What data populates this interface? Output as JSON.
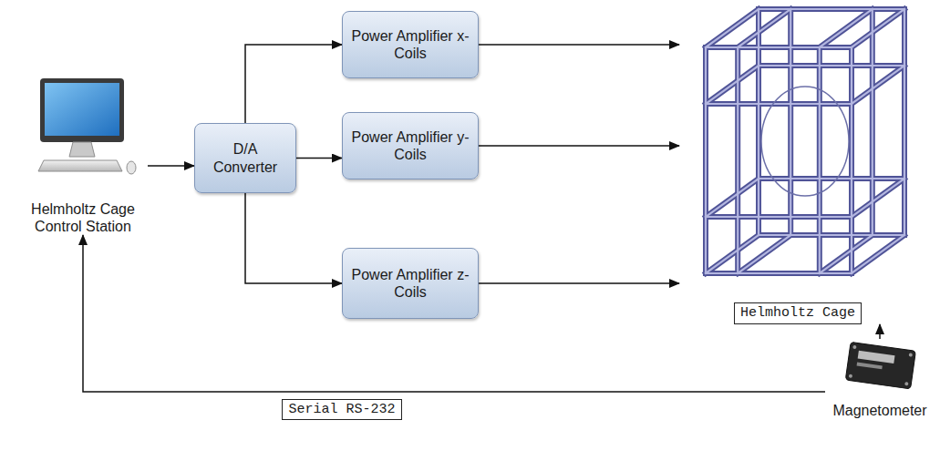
{
  "diagram": {
    "nodes": [
      {
        "text": [
          "Helmholtz Cage Control Station"
        ]
      },
      {
        "text": [
          "D/A Converter"
        ]
      },
      {
        "text": [
          "Power Amplifier x-Coils"
        ]
      },
      {
        "text": [
          "Power Amplifier y-Coils"
        ]
      },
      {
        "text": [
          "Power Amplifier z-Coils"
        ]
      },
      {
        "text": [
          "Helmholtz Cage"
        ]
      },
      {
        "text": [
          "Magnetometer"
        ]
      }
    ],
    "edges": [
      {
        "from": 0,
        "to": 1,
        "arrow": "to"
      },
      {
        "from": 1,
        "to": 2,
        "arrow": "to"
      },
      {
        "from": 1,
        "to": 3,
        "arrow": "to"
      },
      {
        "from": 1,
        "to": 4,
        "arrow": "to"
      },
      {
        "from": 2,
        "to": 5,
        "arrow": "to"
      },
      {
        "from": 3,
        "to": 5,
        "arrow": "to"
      },
      {
        "from": 4,
        "to": 5,
        "arrow": "to"
      },
      {
        "from": 6,
        "to": 5,
        "arrow": "to"
      },
      {
        "from": 6,
        "to": 0,
        "label": "Serial RS-232",
        "arrow": "to"
      }
    ]
  }
}
